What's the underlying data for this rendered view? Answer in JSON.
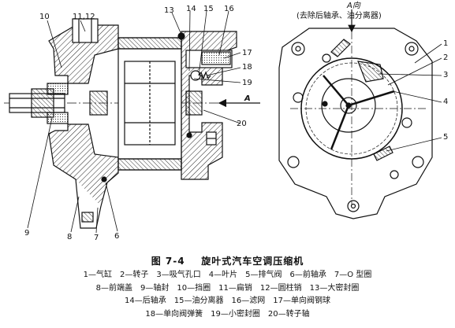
{
  "figure": {
    "caption_number": "图 7-4",
    "caption_title": "旋叶式汽车空调压缩机",
    "view_title": "A向",
    "view_subtitle": "(去除后轴承、油分离器)",
    "arrow_label": "A",
    "labels": {
      "l10": "10",
      "l1112": "11,12",
      "l13": "13",
      "l14": "14",
      "l15": "15",
      "l16": "16",
      "l17": "17",
      "l18": "18",
      "l19": "19",
      "l20": "20",
      "l9": "9",
      "l8": "8",
      "l7": "7",
      "l6": "6",
      "r1": "1",
      "r2": "2",
      "r3": "3",
      "r4": "4",
      "r5": "5"
    }
  },
  "legend": {
    "rows": [
      [
        "1—气缸",
        "2—转子",
        "3—吸气孔口",
        "4—叶片",
        "5—排气阀",
        "6—前轴承",
        "7—O 型圈"
      ],
      [
        "8—前端盖",
        "9—轴封",
        "10—挡圈",
        "11—扁销",
        "12—圆柱销",
        "13—大密封圈"
      ],
      [
        "14—后轴承",
        "15—油分离器",
        "16—滤网",
        "17—单向阀钢球"
      ],
      [
        "18—单向阀弹簧",
        "19—小密封圈",
        "20—转子轴"
      ]
    ]
  }
}
